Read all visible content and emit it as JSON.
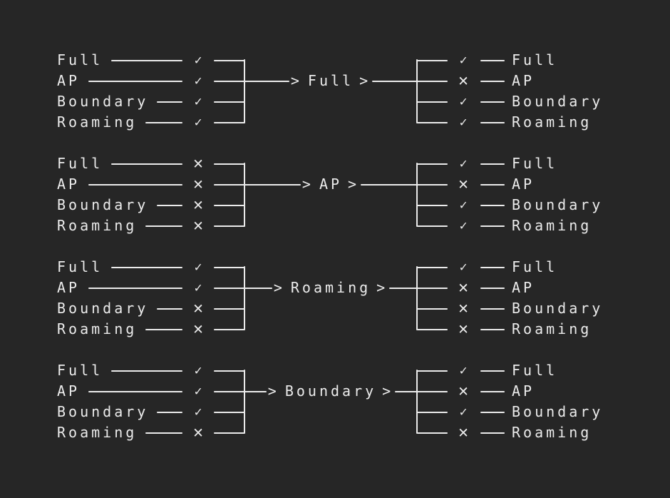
{
  "diagram": {
    "background": "#262626",
    "foreground": "#ebebeb",
    "icons": {
      "check": "✓",
      "cross": "✕",
      "arrow_head": ">"
    },
    "modes": [
      "Full",
      "AP",
      "Boundary",
      "Roaming"
    ],
    "groups": [
      {
        "transition": "Full",
        "inputs": [
          {
            "label": "Full",
            "state": "check"
          },
          {
            "label": "AP",
            "state": "check"
          },
          {
            "label": "Boundary",
            "state": "check"
          },
          {
            "label": "Roaming",
            "state": "check"
          }
        ],
        "outputs": [
          {
            "label": "Full",
            "state": "check"
          },
          {
            "label": "AP",
            "state": "cross"
          },
          {
            "label": "Boundary",
            "state": "check"
          },
          {
            "label": "Roaming",
            "state": "check"
          }
        ]
      },
      {
        "transition": "AP",
        "inputs": [
          {
            "label": "Full",
            "state": "cross"
          },
          {
            "label": "AP",
            "state": "cross"
          },
          {
            "label": "Boundary",
            "state": "cross"
          },
          {
            "label": "Roaming",
            "state": "cross"
          }
        ],
        "outputs": [
          {
            "label": "Full",
            "state": "check"
          },
          {
            "label": "AP",
            "state": "cross"
          },
          {
            "label": "Boundary",
            "state": "check"
          },
          {
            "label": "Roaming",
            "state": "check"
          }
        ]
      },
      {
        "transition": "Roaming",
        "inputs": [
          {
            "label": "Full",
            "state": "check"
          },
          {
            "label": "AP",
            "state": "check"
          },
          {
            "label": "Boundary",
            "state": "cross"
          },
          {
            "label": "Roaming",
            "state": "cross"
          }
        ],
        "outputs": [
          {
            "label": "Full",
            "state": "check"
          },
          {
            "label": "AP",
            "state": "cross"
          },
          {
            "label": "Boundary",
            "state": "cross"
          },
          {
            "label": "Roaming",
            "state": "cross"
          }
        ]
      },
      {
        "transition": "Boundary",
        "inputs": [
          {
            "label": "Full",
            "state": "check"
          },
          {
            "label": "AP",
            "state": "check"
          },
          {
            "label": "Boundary",
            "state": "check"
          },
          {
            "label": "Roaming",
            "state": "cross"
          }
        ],
        "outputs": [
          {
            "label": "Full",
            "state": "check"
          },
          {
            "label": "AP",
            "state": "cross"
          },
          {
            "label": "Boundary",
            "state": "check"
          },
          {
            "label": "Roaming",
            "state": "cross"
          }
        ]
      }
    ]
  }
}
